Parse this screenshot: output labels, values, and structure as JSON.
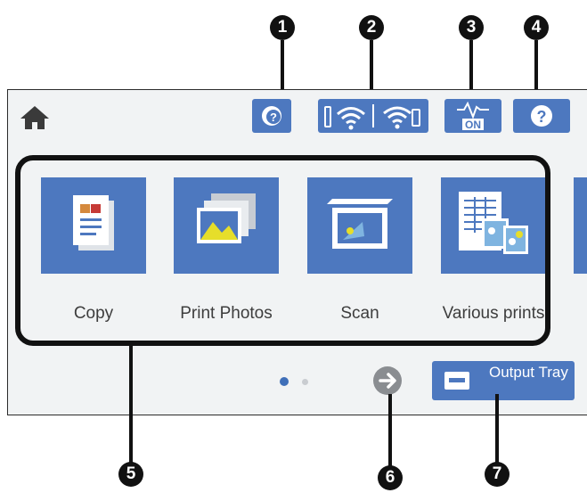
{
  "apps": [
    {
      "label": "Copy"
    },
    {
      "label": "Print Photos"
    },
    {
      "label": "Scan"
    },
    {
      "label": "Various prints"
    }
  ],
  "status_bar": {
    "buttons": [
      "help-status-icon",
      "wifi-icon",
      "wifi-direct-icon",
      "eco-on-icon",
      "help-icon"
    ],
    "eco_label": "ON",
    "help_glyph": "?"
  },
  "pagination": {
    "current": 1,
    "total": 2
  },
  "output_tray": {
    "label": "Output Tray"
  },
  "callouts": [
    "1",
    "2",
    "3",
    "4",
    "5",
    "6",
    "7"
  ],
  "colors": {
    "accent": "#4d78bf",
    "screen": "#f1f3f4",
    "callout": "#111111"
  }
}
